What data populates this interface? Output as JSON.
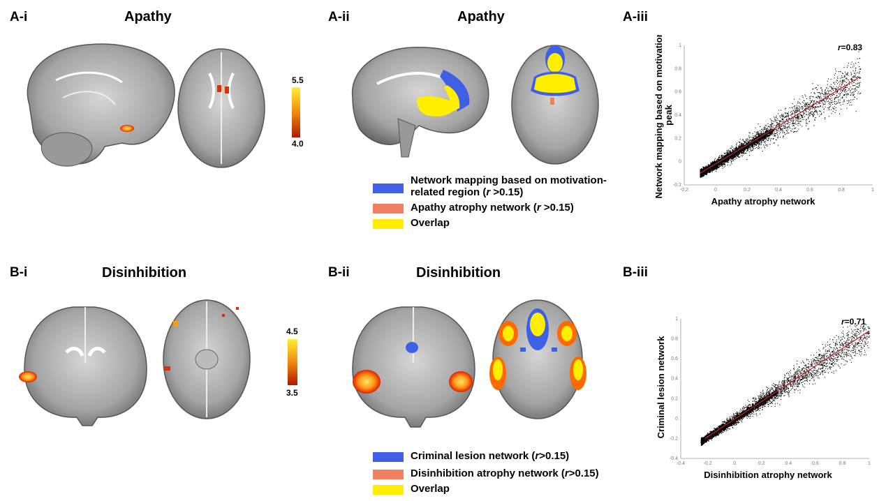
{
  "panels": {
    "a_i": {
      "label": "A-i",
      "title": "Apathy",
      "colorbar": {
        "max": "5.5",
        "min": "4.0"
      }
    },
    "a_ii": {
      "label": "A-ii",
      "title": "Apathy",
      "legend": [
        {
          "text": "Network mapping based on motivation-related region",
          "r": "r",
          "suffix": " >0.15)",
          "color": "#3f5fe6"
        },
        {
          "text": "Apathy atrophy network (",
          "r": "r",
          "suffix": " >0.15)",
          "color": "#f08060"
        },
        {
          "text": "Overlap",
          "color": "#ffee00"
        }
      ]
    },
    "a_iii": {
      "label": "A-iii"
    },
    "b_i": {
      "label": "B-i",
      "title": "Disinhibition",
      "colorbar": {
        "max": "4.5",
        "min": "3.5"
      }
    },
    "b_ii": {
      "label": "B-ii",
      "title": "Disinhibition",
      "legend": [
        {
          "text": "Criminal lesion network (",
          "r": "r",
          "suffix": ">0.15)",
          "color": "#3f5fe6"
        },
        {
          "text": "Disinhibition atrophy network (",
          "r": "r",
          "suffix": ">0.15)",
          "color": "#f08060"
        },
        {
          "text": "Overlap",
          "color": "#ffee00"
        }
      ]
    },
    "b_iii": {
      "label": "B-iii"
    }
  },
  "legend_a_line1": "Network mapping based on motivation-",
  "legend_a_line2": "related region  (",
  "chart_data": [
    {
      "type": "scatter",
      "xlabel": "Apathy atrophy network",
      "ylabel": "Network mapping  based on motivation peak",
      "ylabel_line1": "Network mapping  based on motivation",
      "ylabel_line2": "peak",
      "annotation": "r=0.83",
      "annotation_r": "r",
      "annotation_val": "=0.83",
      "xlim": [
        -0.2,
        1.0
      ],
      "ylim": [
        -0.2,
        1.0
      ],
      "xticks": [
        "-0.2",
        "0",
        "0.2",
        "0.4",
        "0.6",
        "0.8",
        "1"
      ],
      "yticks": [
        "-0.2",
        "0",
        "0.2",
        "0.4",
        "0.6",
        "0.8",
        "1"
      ],
      "fit_line": {
        "x": [
          -0.1,
          0.92
        ],
        "y": [
          -0.1,
          0.73
        ],
        "color": "#d42020"
      },
      "point_cloud": {
        "x_center": 0.02,
        "y_center": 0.0,
        "x_range": [
          -0.1,
          0.92
        ],
        "y_range": [
          -0.12,
          0.96
        ]
      }
    },
    {
      "type": "scatter",
      "xlabel": "Disinhibition atrophy network",
      "ylabel": "Criminal lesion network",
      "annotation": "r=0.71",
      "annotation_r": "r",
      "annotation_val": "=0.71",
      "xlim": [
        -0.4,
        1.0
      ],
      "ylim": [
        -0.4,
        1.0
      ],
      "xticks": [
        "-0.4",
        "-0.2",
        "0",
        "0.2",
        "0.4",
        "0.6",
        "0.8",
        "1"
      ],
      "yticks": [
        "-0.4",
        "-0.2",
        "0",
        "0.2",
        "0.4",
        "0.6",
        "0.8",
        "1"
      ],
      "fit_line": {
        "x": [
          -0.22,
          1.0
        ],
        "y": [
          -0.2,
          0.88
        ],
        "color": "#d42020"
      },
      "point_cloud": {
        "x_center": 0.1,
        "y_center": 0.1,
        "x_range": [
          -0.25,
          1.0
        ],
        "y_range": [
          -0.27,
          0.95
        ]
      }
    }
  ]
}
